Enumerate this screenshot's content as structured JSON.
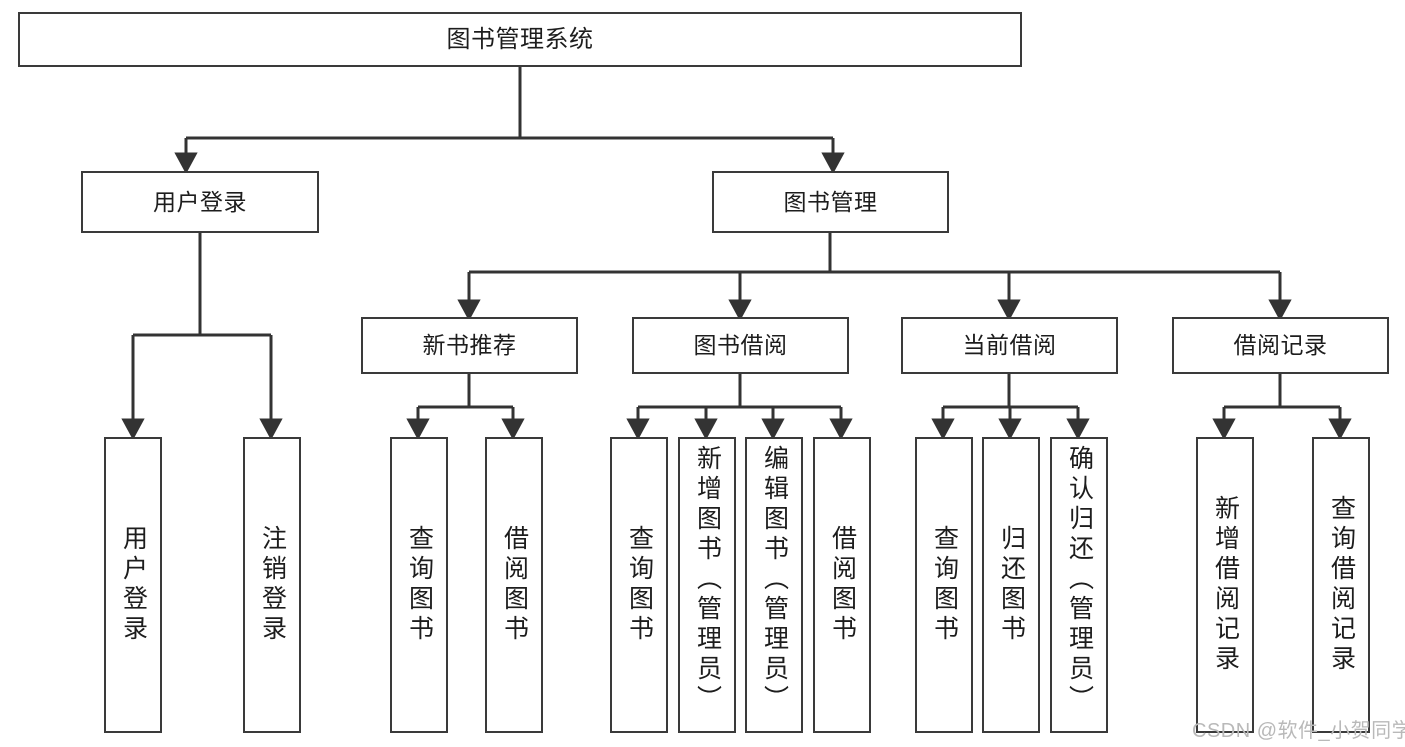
{
  "diagram": {
    "title": "图书管理系统",
    "type": "hierarchy-tree",
    "watermark": "CSDN @软件_小贺同学",
    "colors": {
      "box_border": "#3a3a3a",
      "box_fill": "#ffffff",
      "line": "#333333",
      "text": "#1d1d1d",
      "watermark": "#b9b9b9",
      "background": "#ffffff"
    },
    "nodes": {
      "root": {
        "label": "图书管理系统"
      },
      "level2": [
        {
          "id": "user-login",
          "label": "用户登录"
        },
        {
          "id": "book-manage",
          "label": "图书管理"
        }
      ],
      "level3": [
        {
          "id": "new-book-rec",
          "label": "新书推荐"
        },
        {
          "id": "book-borrow",
          "label": "图书借阅"
        },
        {
          "id": "current-borrow",
          "label": "当前借阅"
        },
        {
          "id": "borrow-record",
          "label": "借阅记录"
        }
      ],
      "leaves": {
        "user-login": [
          {
            "id": "leaf-user-login",
            "label": "用户登录",
            "align": "center"
          },
          {
            "id": "leaf-user-logout",
            "label": "注销登录",
            "align": "center"
          }
        ],
        "new-book-rec": [
          {
            "id": "leaf-query-book-1",
            "label": "查询图书",
            "align": "center"
          },
          {
            "id": "leaf-borrow-book-1",
            "label": "借阅图书",
            "align": "center"
          }
        ],
        "book-borrow": [
          {
            "id": "leaf-query-book-2",
            "label": "查询图书",
            "align": "center"
          },
          {
            "id": "leaf-add-book",
            "label": "新增图书（管理员）",
            "align": "top"
          },
          {
            "id": "leaf-edit-book",
            "label": "编辑图书（管理员）",
            "align": "top"
          },
          {
            "id": "leaf-borrow-book-2",
            "label": "借阅图书",
            "align": "center"
          }
        ],
        "current-borrow": [
          {
            "id": "leaf-query-book-3",
            "label": "查询图书",
            "align": "center"
          },
          {
            "id": "leaf-return-book",
            "label": "归还图书",
            "align": "center"
          },
          {
            "id": "leaf-confirm-return",
            "label": "确认归还（管理员）",
            "align": "top"
          }
        ],
        "borrow-record": [
          {
            "id": "leaf-add-record",
            "label": "新增借阅记录",
            "align": "center"
          },
          {
            "id": "leaf-query-record",
            "label": "查询借阅记录",
            "align": "center"
          }
        ]
      }
    }
  }
}
